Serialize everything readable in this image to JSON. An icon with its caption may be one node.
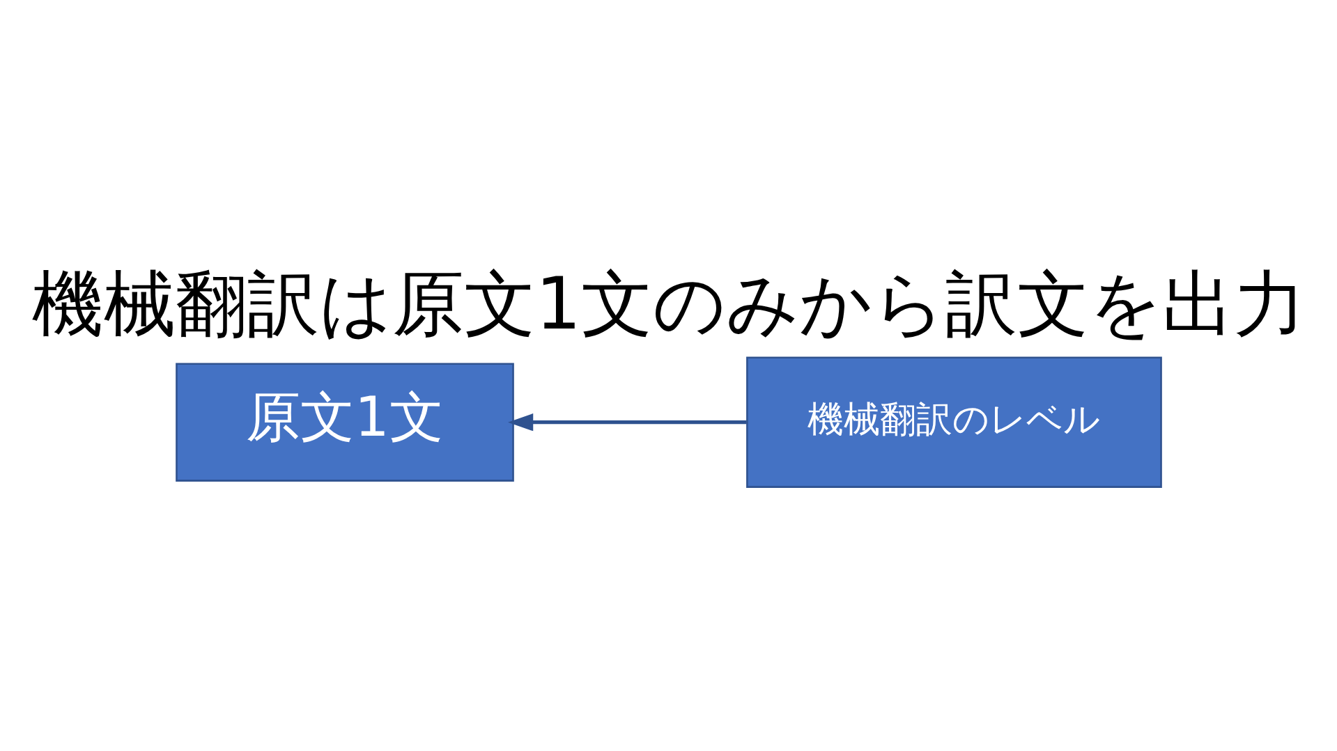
{
  "diagram": {
    "title": "機械翻訳は原文1文のみから訳文を出力",
    "nodes": [
      {
        "text": [
          "原文1文"
        ]
      },
      {
        "text": [
          "機械翻訳のレベル"
        ]
      }
    ],
    "edges": [
      {
        "from": 1,
        "to": 0,
        "arrow": "to"
      }
    ]
  }
}
